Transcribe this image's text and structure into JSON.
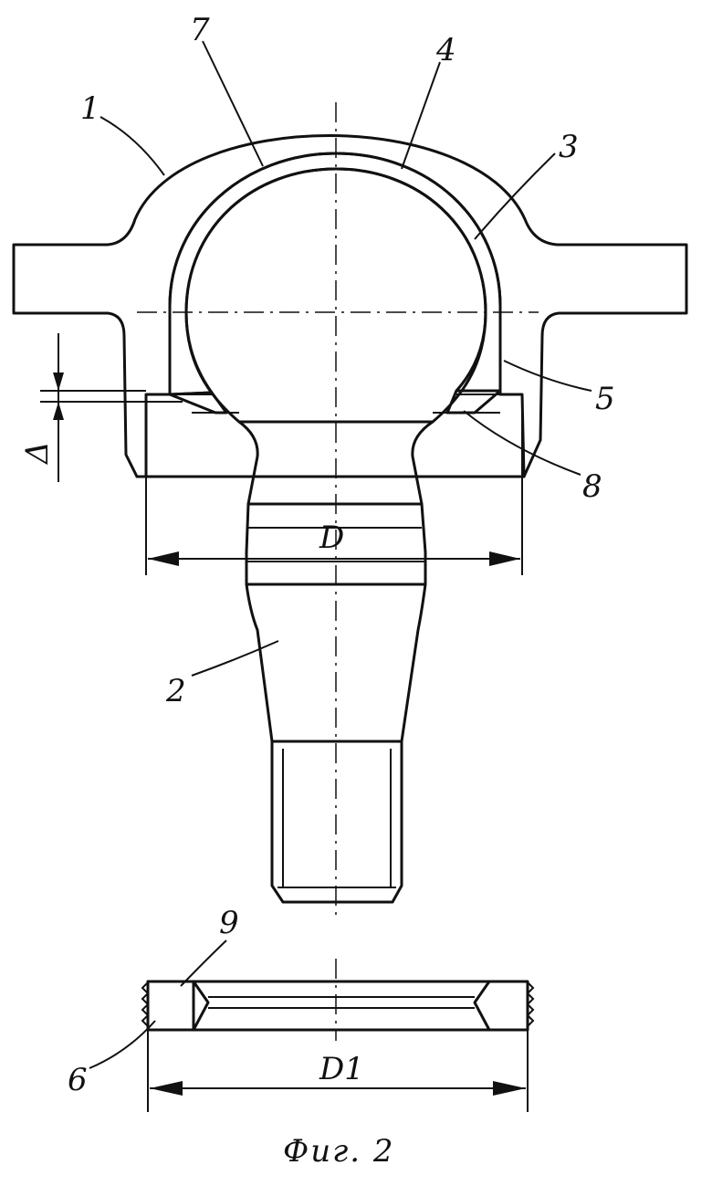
{
  "figure": {
    "caption": "Фиг. 2",
    "labels": {
      "part1": "1",
      "part2": "2",
      "part3": "3",
      "part4": "4",
      "part5": "5",
      "part6": "6",
      "part7": "7",
      "part8": "8",
      "part9": "9",
      "dim_D": "D",
      "dim_D1": "D1",
      "dim_delta": "Δ"
    }
  }
}
